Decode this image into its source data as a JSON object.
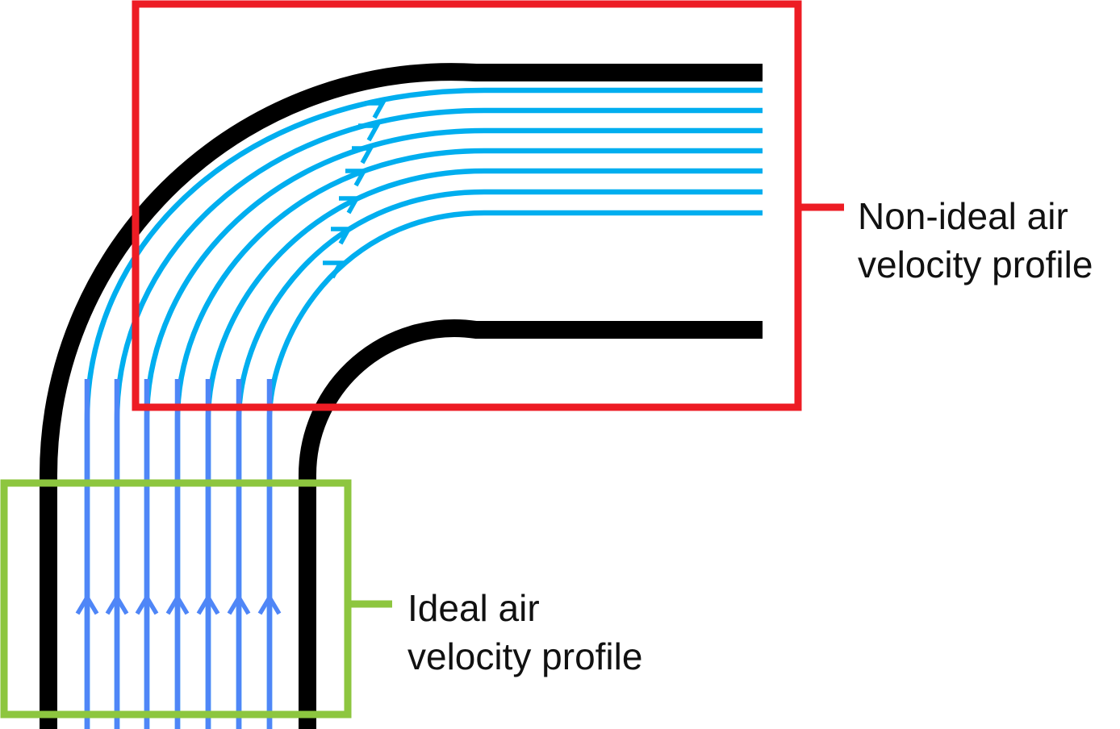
{
  "labels": {
    "non_ideal": {
      "line1": "Non-ideal air",
      "line2": "velocity profile"
    },
    "ideal": {
      "line1": "Ideal air",
      "line2": "velocity profile"
    }
  },
  "colors": {
    "duct": "#000000",
    "streamline_curved": "#00AEEF",
    "streamline_straight": "#4F86F7",
    "non_ideal_box": "#ED1C24",
    "ideal_box": "#8DC63F",
    "text": "#111111"
  }
}
